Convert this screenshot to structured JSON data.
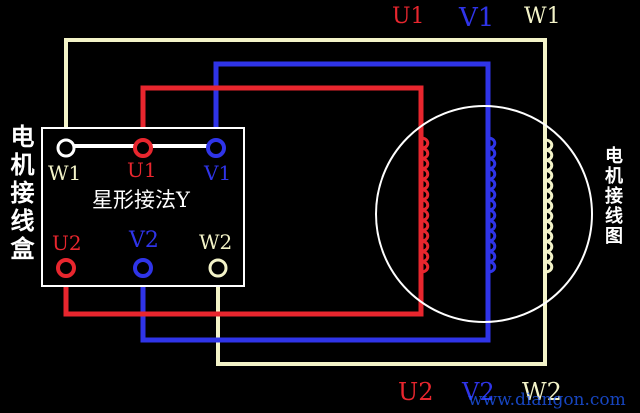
{
  "colors": {
    "u": "#e8262e",
    "v": "#2f34e8",
    "w": "#f3f3c8",
    "white": "#ffffff",
    "background": "#000000"
  },
  "top_labels": {
    "u1": "U1",
    "v1": "V1",
    "w1": "W1"
  },
  "bottom_labels": {
    "u2": "U2",
    "v2": "V2",
    "w2": "W2"
  },
  "left_title": "电机接线盒",
  "right_title": "电机接线图",
  "box": {
    "caption": "星形接法Y",
    "terminals": {
      "w1": "W1",
      "u1": "U1",
      "v1": "V1",
      "u2": "U2",
      "v2": "V2",
      "w2": "W2"
    }
  },
  "watermark": "www.diangon.com"
}
